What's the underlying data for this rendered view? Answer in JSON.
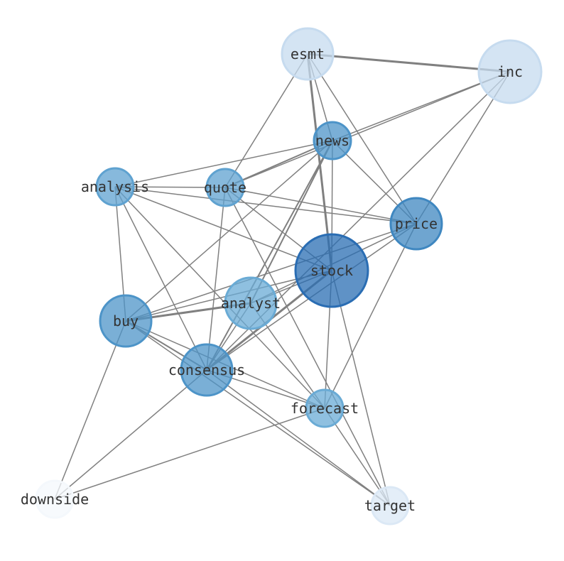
{
  "graph": {
    "nodes": [
      {
        "id": "esmt",
        "label": "esmt",
        "fill": "#c6dbef"
      },
      {
        "id": "inc",
        "label": "inc",
        "fill": "#c6dbef"
      },
      {
        "id": "news",
        "label": "news",
        "fill": "#4d94c8"
      },
      {
        "id": "analysis",
        "label": "analysis",
        "fill": "#5fa2d0"
      },
      {
        "id": "quote",
        "label": "quote",
        "fill": "#5fa2d0"
      },
      {
        "id": "price",
        "label": "price",
        "fill": "#3f87c0"
      },
      {
        "id": "stock",
        "label": "stock",
        "fill": "#2a6db3"
      },
      {
        "id": "analyst",
        "label": "analyst",
        "fill": "#6aabd5"
      },
      {
        "id": "buy",
        "label": "buy",
        "fill": "#4d94c8"
      },
      {
        "id": "consensus",
        "label": "consensus",
        "fill": "#4d94c8"
      },
      {
        "id": "forecast",
        "label": "forecast",
        "fill": "#6aabd5"
      },
      {
        "id": "downside",
        "label": "downside",
        "fill": "#f4f8fc"
      },
      {
        "id": "target",
        "label": "target",
        "fill": "#dbe8f5"
      }
    ],
    "edges": [
      [
        "esmt",
        "inc",
        3
      ],
      [
        "esmt",
        "stock",
        3
      ],
      [
        "esmt",
        "news",
        1.5
      ],
      [
        "esmt",
        "quote",
        1.5
      ],
      [
        "esmt",
        "price",
        1.5
      ],
      [
        "inc",
        "news",
        1.5
      ],
      [
        "inc",
        "quote",
        1.5
      ],
      [
        "inc",
        "price",
        1.5
      ],
      [
        "inc",
        "consensus",
        1.5
      ],
      [
        "news",
        "analysis",
        1.5
      ],
      [
        "news",
        "quote",
        2
      ],
      [
        "news",
        "stock",
        1.5
      ],
      [
        "news",
        "price",
        1.5
      ],
      [
        "news",
        "analyst",
        2
      ],
      [
        "news",
        "consensus",
        2
      ],
      [
        "news",
        "buy",
        1.5
      ],
      [
        "analysis",
        "quote",
        1.5
      ],
      [
        "analysis",
        "price",
        1.5
      ],
      [
        "analysis",
        "stock",
        1.5
      ],
      [
        "analysis",
        "buy",
        1.5
      ],
      [
        "analysis",
        "consensus",
        1.5
      ],
      [
        "analysis",
        "forecast",
        1.5
      ],
      [
        "quote",
        "price",
        1.5
      ],
      [
        "quote",
        "stock",
        1.5
      ],
      [
        "quote",
        "consensus",
        1.5
      ],
      [
        "quote",
        "target",
        1.5
      ],
      [
        "price",
        "buy",
        1.5
      ],
      [
        "price",
        "analyst",
        1.5
      ],
      [
        "price",
        "consensus",
        1.5
      ],
      [
        "price",
        "forecast",
        1.5
      ],
      [
        "stock",
        "buy",
        1.5
      ],
      [
        "stock",
        "analyst",
        1.5
      ],
      [
        "stock",
        "consensus",
        3
      ],
      [
        "stock",
        "forecast",
        1.5
      ],
      [
        "stock",
        "target",
        1.5
      ],
      [
        "analyst",
        "buy",
        3
      ],
      [
        "analyst",
        "consensus",
        1.5
      ],
      [
        "analyst",
        "forecast",
        1.5
      ],
      [
        "buy",
        "consensus",
        2
      ],
      [
        "buy",
        "forecast",
        1.5
      ],
      [
        "buy",
        "target",
        1.5
      ],
      [
        "buy",
        "downside",
        1.5
      ],
      [
        "consensus",
        "forecast",
        1.5
      ],
      [
        "consensus",
        "target",
        1.5
      ],
      [
        "consensus",
        "downside",
        1.5
      ],
      [
        "forecast",
        "target",
        1.5
      ],
      [
        "forecast",
        "downside",
        1.5
      ]
    ]
  },
  "colors": {
    "edge": "#808080",
    "label": "#333333"
  }
}
